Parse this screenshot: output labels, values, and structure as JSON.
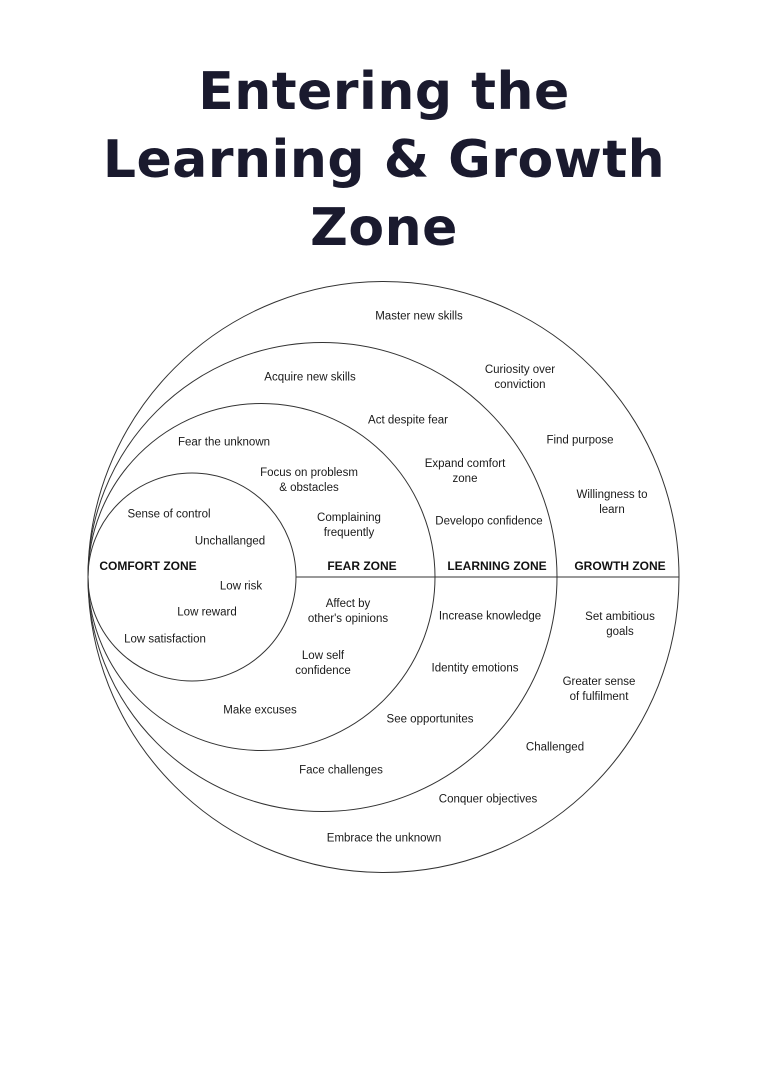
{
  "title": {
    "line1": "Entering the",
    "line2": "Learning & Growth",
    "line3": "Zone"
  },
  "colors": {
    "title": "#1a1a2e",
    "lines": "#333333",
    "text": "#1a1a1a"
  },
  "zones": {
    "comfort": {
      "label": "COMFORT ZONE",
      "items": [
        "Sense of control",
        "Unchallanged",
        "Low risk",
        "Low reward",
        "Low satisfaction"
      ]
    },
    "fear": {
      "label": "FEAR ZONE",
      "items": [
        "Fear the unknown",
        "Focus on problesm\n& obstacles",
        "Complaining\nfrequently",
        "Affect by\nother's opinions",
        "Low self\nconfidence",
        "Make excuses"
      ]
    },
    "learning": {
      "label": "LEARNING ZONE",
      "items": [
        "Acquire new skills",
        "Act despite fear",
        "Expand comfort\nzone",
        "Developo confidence",
        "Increase knowledge",
        "Identity emotions",
        "See opportunites",
        "Face challenges"
      ]
    },
    "growth": {
      "label": "GROWTH ZONE",
      "items": [
        "Master new skills",
        "Curiosity over\nconviction",
        "Find purpose",
        "Willingness to\nlearn",
        "Set ambitious\ngoals",
        "Greater sense\nof fulfilment",
        "Challenged",
        "Conquer objectives",
        "Embrace the unknown"
      ]
    }
  }
}
